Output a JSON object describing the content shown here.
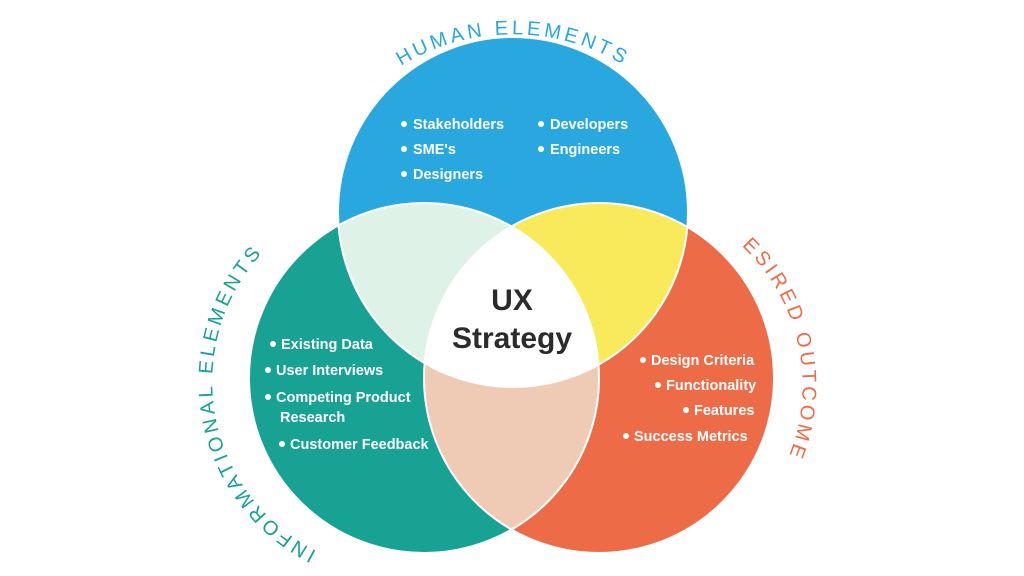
{
  "colors": {
    "human": "#29a8e0",
    "informational": "#17a293",
    "outcomes": "#ee6b48",
    "human_informational_overlap": "#def2e8",
    "human_outcomes_overlap": "#f9ea5c",
    "informational_outcomes_overlap": "#efcbb6",
    "center": "#ffffff",
    "human_title": "#29a8e0",
    "informational_title": "#17a293",
    "outcomes_title": "#ee6b48"
  },
  "human": {
    "title": "HUMAN ELEMENTS",
    "items": [
      "Stakeholders",
      "SME's",
      "Designers",
      "Developers",
      "Engineers"
    ]
  },
  "informational": {
    "title": "INFORMATIONAL ELEMENTS",
    "items": [
      "Existing Data",
      "User Interviews",
      "Competing Product",
      "Research",
      "Customer Feedback"
    ]
  },
  "outcomes": {
    "title": "DESIRED OUTCOMES",
    "items": [
      "Design Criteria",
      "Functionality",
      "Features",
      "Success Metrics"
    ]
  },
  "center": {
    "line1": "UX",
    "line2": "Strategy"
  }
}
